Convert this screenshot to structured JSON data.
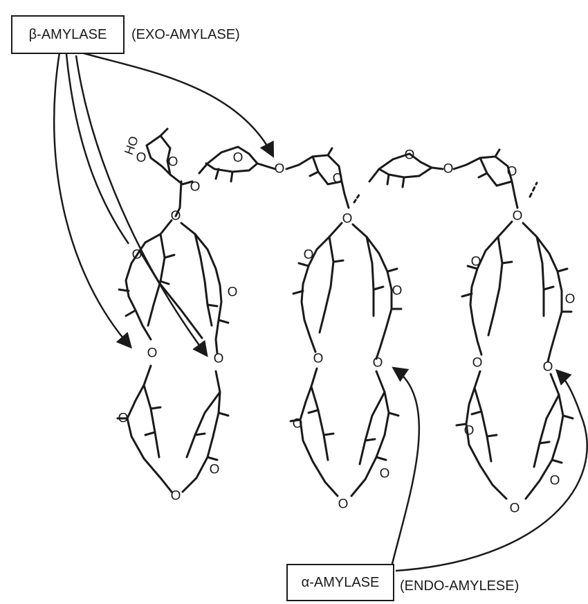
{
  "beta_enzyme": {
    "name": "β-AMYLASE",
    "type": "(EXO-AMYLASE)"
  },
  "alpha_enzyme": {
    "name": "α-AMYLASE",
    "type": "(ENDO-AMYLESE)"
  },
  "structure": {
    "ring_oxygen_label": "O",
    "hydroxyl_label": "HO",
    "glucose_units_per_helix": 6,
    "helix_count": 3,
    "top_chain_units": 4
  },
  "colors": {
    "ink": "#1a1a1a",
    "background": "#ffffff"
  }
}
